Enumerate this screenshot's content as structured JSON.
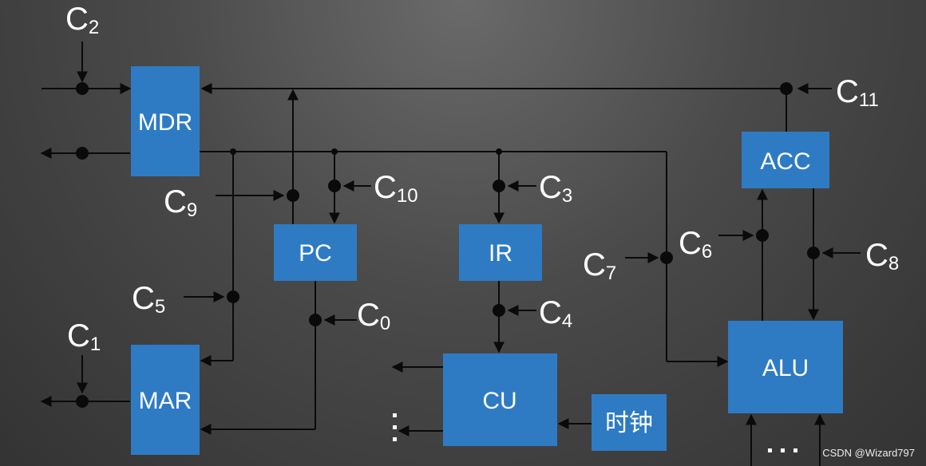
{
  "colors": {
    "box": "#2e7bc4",
    "wire": "#0a0a0a",
    "text": "#ffffff"
  },
  "boxes": {
    "mdr": "MDR",
    "mar": "MAR",
    "pc": "PC",
    "ir": "IR",
    "cu": "CU",
    "acc": "ACC",
    "alu": "ALU",
    "clock": "时钟"
  },
  "signals": {
    "c0": {
      "main": "C",
      "sub": "0"
    },
    "c1": {
      "main": "C",
      "sub": "1"
    },
    "c2": {
      "main": "C",
      "sub": "2"
    },
    "c3": {
      "main": "C",
      "sub": "3"
    },
    "c4": {
      "main": "C",
      "sub": "4"
    },
    "c5": {
      "main": "C",
      "sub": "5"
    },
    "c6": {
      "main": "C",
      "sub": "6"
    },
    "c7": {
      "main": "C",
      "sub": "7"
    },
    "c8": {
      "main": "C",
      "sub": "8"
    },
    "c9": {
      "main": "C",
      "sub": "9"
    },
    "c10": {
      "main": "C",
      "sub": "10"
    },
    "c11": {
      "main": "C",
      "sub": "11"
    }
  },
  "watermark": "CSDN @Wizard797"
}
